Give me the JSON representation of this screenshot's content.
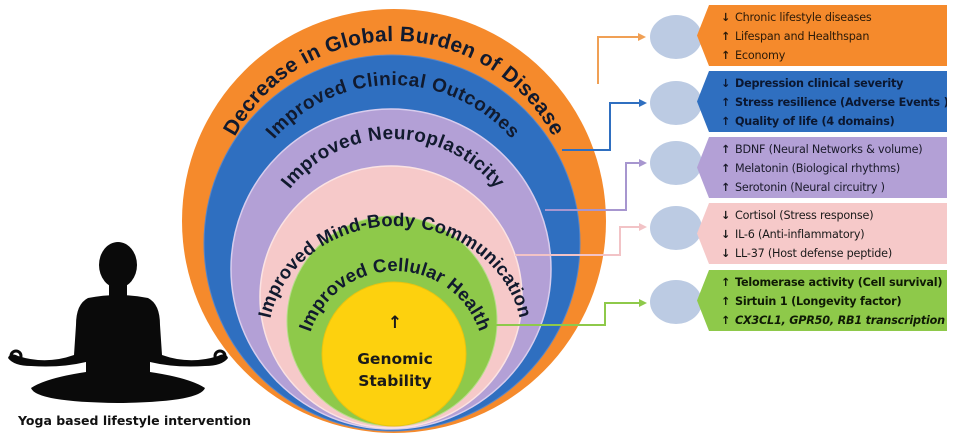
{
  "colors": {
    "orange": "#f58a2c",
    "blue": "#2f6fc0",
    "purple": "#b3a0d6",
    "pink": "#f6c9c9",
    "green": "#8ec94a",
    "yellow": "#fdd10e",
    "oval": "#bccbe3",
    "text_dark": "#111a2e"
  },
  "rings": [
    {
      "key": "orange",
      "label": "Decrease in Global Burden of Disease"
    },
    {
      "key": "blue",
      "label": "Improved Clinical Outcomes"
    },
    {
      "key": "purple",
      "label": "Improved Neuroplasticity"
    },
    {
      "key": "pink",
      "label": "Improved Mind-Body Communication"
    },
    {
      "key": "green",
      "label": "Improved Cellular Health"
    }
  ],
  "core": {
    "arrow": "↑",
    "line1": "Genomic",
    "line2": "Stability"
  },
  "boxes": [
    {
      "key": "orange",
      "items": [
        {
          "arrow": "↓",
          "text": "Chronic  lifestyle diseases"
        },
        {
          "arrow": "↑",
          "text": "Lifespan and Healthspan"
        },
        {
          "arrow": "↑",
          "text": "Economy"
        }
      ]
    },
    {
      "key": "blue",
      "items": [
        {
          "arrow": "↓",
          "text": "Depression clinical severity"
        },
        {
          "arrow": "↑",
          "text": "Stress resilience (Adverse Events )"
        },
        {
          "arrow": "↑",
          "text": "Quality of life (4 domains)"
        }
      ]
    },
    {
      "key": "purple",
      "items": [
        {
          "arrow": "↑",
          "text": "BDNF (Neural Networks & volume)"
        },
        {
          "arrow": "↑",
          "text": "Melatonin  (Biological rhythms)"
        },
        {
          "arrow": "↑",
          "text": "Serotonin  (Neural circuitry )"
        }
      ]
    },
    {
      "key": "pink",
      "items": [
        {
          "arrow": "↓",
          "text": "Cortisol (Stress response)"
        },
        {
          "arrow": "↓",
          "text": "IL-6 (Anti-inflammatory)"
        },
        {
          "arrow": "↓",
          "text": "LL-37 (Host defense peptide)"
        }
      ]
    },
    {
      "key": "green",
      "items": [
        {
          "arrow": "↑",
          "text": "Telomerase activity (Cell survival)"
        },
        {
          "arrow": "↑",
          "text": "Sirtuin 1 (Longevity factor)"
        },
        {
          "arrow": "↑",
          "text": "CX3CL1, GPR50, RB1 transcription"
        }
      ]
    }
  ],
  "figure": {
    "icon": "meditating-person-icon",
    "caption": "Yoga based lifestyle intervention"
  }
}
